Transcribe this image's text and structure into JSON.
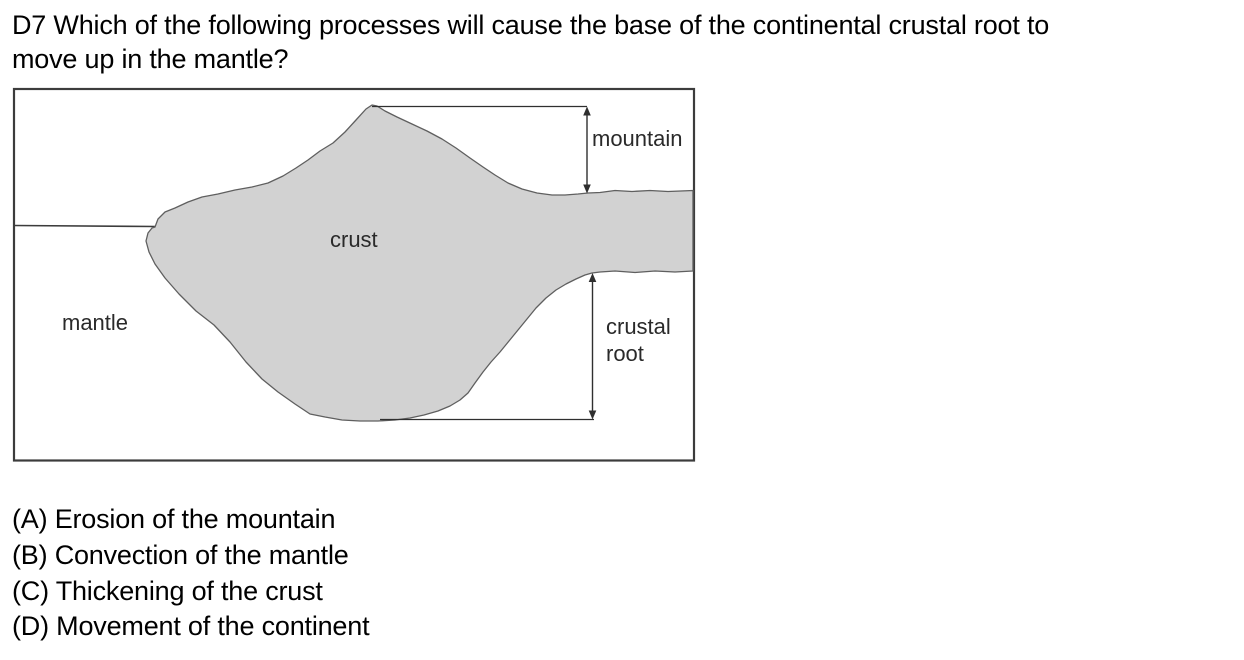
{
  "question": {
    "number": "D7",
    "lines": [
      "D7 Which of the following processes will cause the base of the continental crustal root to",
      "move up in the mantle?"
    ]
  },
  "diagram": {
    "labels": {
      "mountain": "mountain",
      "crust": "crust",
      "mantle": "mantle",
      "crustal_root": [
        "crustal",
        "root"
      ]
    },
    "colors": {
      "crust_fill": "#d2d2d2",
      "outline": "#5f5f5f",
      "frame": "#3c3c3c",
      "arrow": "#2f2f2f"
    }
  },
  "options": [
    "(A) Erosion of the mountain",
    "(B) Convection of the mantle",
    "(C) Thickening of the crust",
    "(D) Movement of the continent"
  ]
}
